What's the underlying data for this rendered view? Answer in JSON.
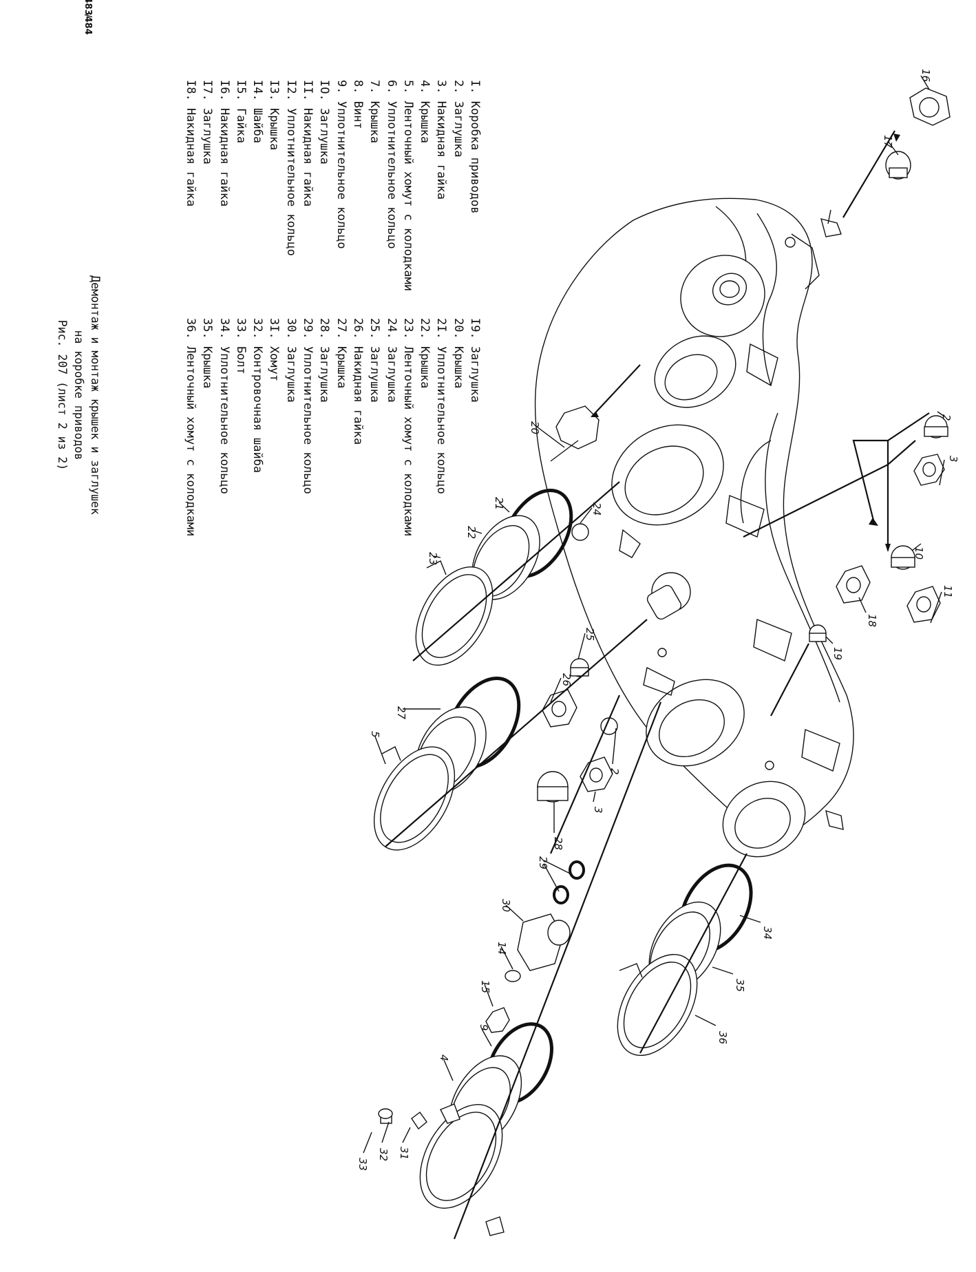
{
  "page_numbers": {
    "top": "483",
    "sep": "/",
    "bottom": "484"
  },
  "legend_left": [
    "I. Коробка приводов",
    "2. Заглушка",
    "3. Накидная гайка",
    "4. Крышка",
    "5. Ленточный хомут с колодками",
    "6. Уплотнительное кольцо",
    "7. Крышка",
    "8. Винт",
    "9. Уплотнительное кольцо",
    "IO. Заглушка",
    "II. Накидная гайка",
    "I2. Уплотнительное кольцо",
    "I3. Крышка",
    "I4. Шайба",
    "I5. Гайка",
    "I6. Накидная гайка",
    "I7. Заглушка",
    "I8. Накидная гайка"
  ],
  "legend_right": [
    "I9. Заглушка",
    "20. Крышка",
    "2I. Уплотнительное кольцо",
    "22. Крышка",
    "23. Ленточный хомут с колодками",
    "24. Заглушка",
    "25. Заглушка",
    "26. Накидная гайка",
    "27. Крышка",
    "28. Заглушка",
    "29. Уплотнительное кольцо",
    "30. Заглушка",
    "3I. Хомут",
    "32. Контровочная шайба",
    "33. Болт",
    "34. Уплотнительное кольцо",
    "35. Крышка",
    "36. Ленточный хомут с колодками"
  ],
  "caption": {
    "line1": "Демонтаж и монтаж крышек и заглушек",
    "line2": "на коробке приводов",
    "line3": "Рис. 207 (лист 2 из 2)"
  },
  "callouts": [
    "16",
    "17",
    "2",
    "3",
    "10",
    "11",
    "18",
    "19",
    "20",
    "21",
    "22",
    "23",
    "24",
    "25",
    "26",
    "27",
    "5",
    "28",
    "2",
    "3",
    "29",
    "30",
    "14",
    "15",
    "9",
    "4",
    "31",
    "32",
    "33",
    "34",
    "35",
    "36"
  ]
}
